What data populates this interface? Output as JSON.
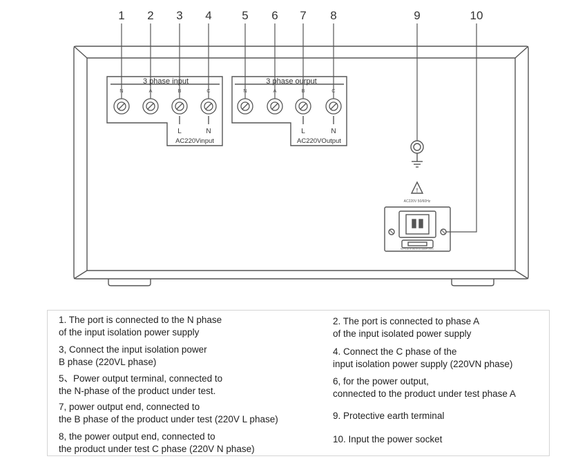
{
  "callouts": [
    "1",
    "2",
    "3",
    "4",
    "5",
    "6",
    "7",
    "8",
    "9",
    "10"
  ],
  "input_block": {
    "title": "3 phase input",
    "terminals": [
      "N",
      "A",
      "B",
      "C"
    ],
    "single_phase": [
      "L",
      "N"
    ],
    "single_phase_label": "AC220Vinput"
  },
  "output_block": {
    "title": "3 phase ourput",
    "terminals": [
      "N",
      "A",
      "B",
      "C"
    ],
    "single_phase": [
      "L",
      "N"
    ],
    "single_phase_label": "AC220VOutput"
  },
  "socket": {
    "rating": "AC220V  50/60Hz",
    "fuse_note": "REPLACE WITH 6.3AMP 250V"
  },
  "colors": {
    "line": "#555555",
    "text": "#222222",
    "border": "#d4d4d4"
  },
  "icons": [
    "ground-symbol-icon",
    "warning-triangle-icon",
    "power-socket-icon",
    "fuse-icon",
    "screw-terminal-icon"
  ],
  "notes": [
    {
      "lines": [
        "1. The port is connected to the N phase",
        "of the input isolation power supply"
      ]
    },
    {
      "lines": [
        "2. The port is connected to phase A",
        "of the input isolated power supply"
      ]
    },
    {
      "lines": [
        "3, Connect the input isolation power",
        "B phase (220VL phase)"
      ]
    },
    {
      "lines": [
        "4. Connect the C phase of the",
        "input isolation power supply (220VN phase)"
      ]
    },
    {
      "lines": [
        "5、Power output terminal, connected to",
        "the N-phase of the product under test."
      ]
    },
    {
      "lines": [
        "6, for the power output,",
        "connected to the product under test phase A"
      ]
    },
    {
      "lines": [
        "7, power output end, connected to",
        "the B phase of the product under test (220V L phase)"
      ]
    },
    {
      "lines": [
        "9. Protective earth terminal"
      ]
    },
    {
      "lines": [
        "8, the power output end, connected to",
        "the product under test C phase (220V N phase)"
      ]
    },
    {
      "lines": [
        "10. Input the power socket"
      ]
    }
  ]
}
